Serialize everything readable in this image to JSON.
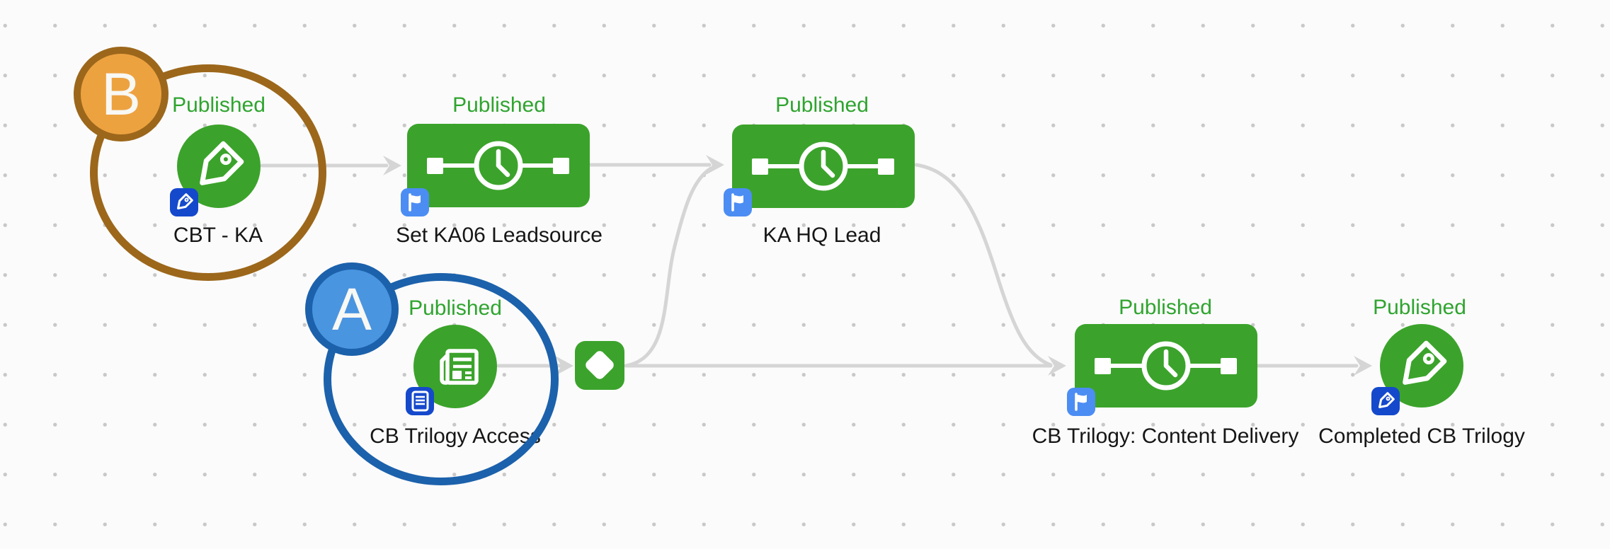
{
  "diagram": {
    "type": "campaign-builder-canvas",
    "status_legend": "Published",
    "nodes": [
      {
        "id": "cbt-ka",
        "kind": "goal",
        "icon": "tag",
        "badge": "tag",
        "status": "Published",
        "label": "CBT - KA"
      },
      {
        "id": "set-ka06-leadsource",
        "kind": "sequence",
        "icon": "timer-sequence",
        "badge": "flag",
        "status": "Published",
        "label": "Set KA06 Leadsource"
      },
      {
        "id": "ka-hq-lead",
        "kind": "sequence",
        "icon": "timer-sequence",
        "badge": "flag",
        "status": "Published",
        "label": "KA HQ Lead"
      },
      {
        "id": "cb-trilogy-access",
        "kind": "goal",
        "icon": "newspaper",
        "badge": "document",
        "status": "Published",
        "label": "CB Trilogy Access"
      },
      {
        "id": "decision-diamond",
        "kind": "decision",
        "icon": "diamond",
        "badge": "",
        "status": "",
        "label": ""
      },
      {
        "id": "cb-trilogy-content-delivery",
        "kind": "sequence",
        "icon": "timer-sequence",
        "badge": "flag",
        "status": "Published",
        "label": "CB Trilogy: Content Delivery"
      },
      {
        "id": "completed-cb-trilogy",
        "kind": "goal",
        "icon": "tag",
        "badge": "tag",
        "status": "Published",
        "label": "Completed CB Trilogy"
      }
    ],
    "connections": [
      {
        "from": "cbt-ka",
        "to": "set-ka06-leadsource"
      },
      {
        "from": "set-ka06-leadsource",
        "to": "ka-hq-lead"
      },
      {
        "from": "cb-trilogy-access",
        "to": "decision-diamond"
      },
      {
        "from": "decision-diamond",
        "to": "ka-hq-lead"
      },
      {
        "from": "decision-diamond",
        "to": "cb-trilogy-content-delivery"
      },
      {
        "from": "ka-hq-lead",
        "to": "cb-trilogy-content-delivery"
      },
      {
        "from": "cb-trilogy-content-delivery",
        "to": "completed-cb-trilogy"
      }
    ],
    "annotations": {
      "a": {
        "letter": "A",
        "target": "cb-trilogy-access"
      },
      "b": {
        "letter": "B",
        "target": "cbt-ka"
      }
    },
    "colors": {
      "node_green": "#3BA32B",
      "published_green": "#2FA42F",
      "badge_blue_dark": "#1549CC",
      "badge_blue_light": "#4C8DF3",
      "connector_gray": "#D5D5D5",
      "annotation_brown": "#9C671B",
      "annotation_orange_fill": "#EDA240",
      "annotation_blue_border": "#1C61AB",
      "annotation_blue_fill": "#4A95E0",
      "canvas_background": "#FBFBFB",
      "dot_grid": "#C8C8C8"
    }
  }
}
